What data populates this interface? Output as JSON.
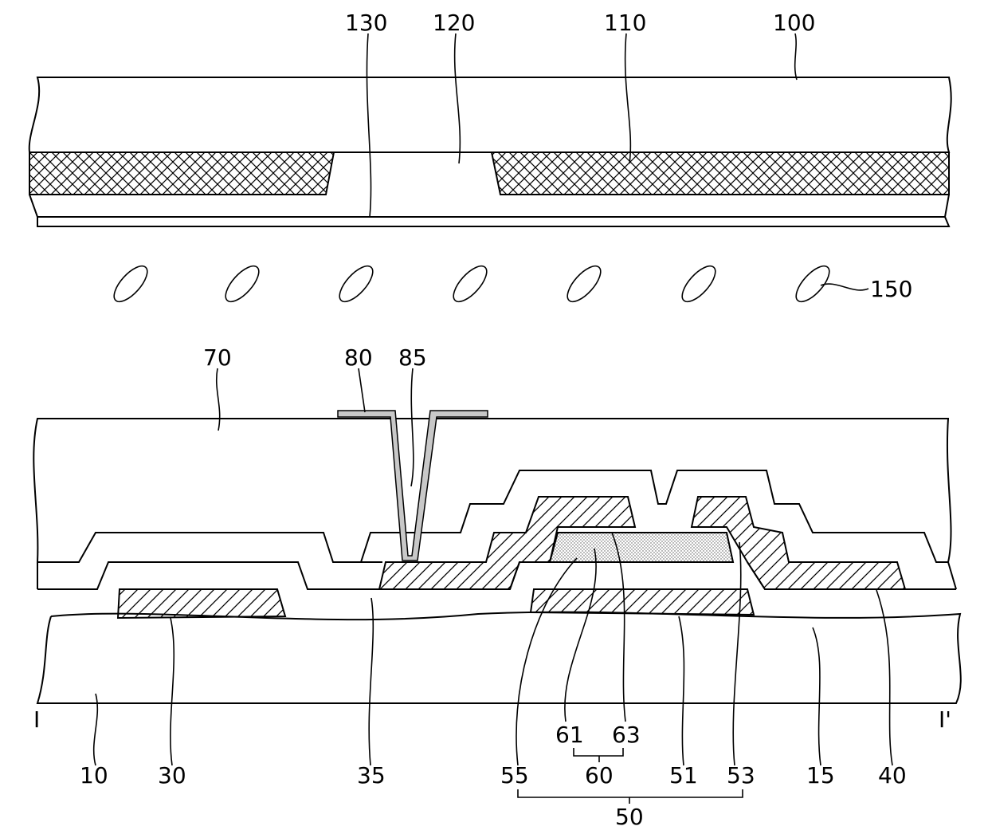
{
  "labels": {
    "l100": "100",
    "l110": "110",
    "l120": "120",
    "l130": "130",
    "l150": "150",
    "l70": "70",
    "l80": "80",
    "l85": "85",
    "l10": "10",
    "l15": "15",
    "l30": "30",
    "l35": "35",
    "l40": "40",
    "l50": "50",
    "l51": "51",
    "l53": "53",
    "l55": "55",
    "l60": "60",
    "l61": "61",
    "l63": "63",
    "section_start": "I",
    "section_end": "I'"
  },
  "colors": {
    "line": "#000000",
    "electrode_fill": "#c8c8c8",
    "background": "#ffffff"
  }
}
